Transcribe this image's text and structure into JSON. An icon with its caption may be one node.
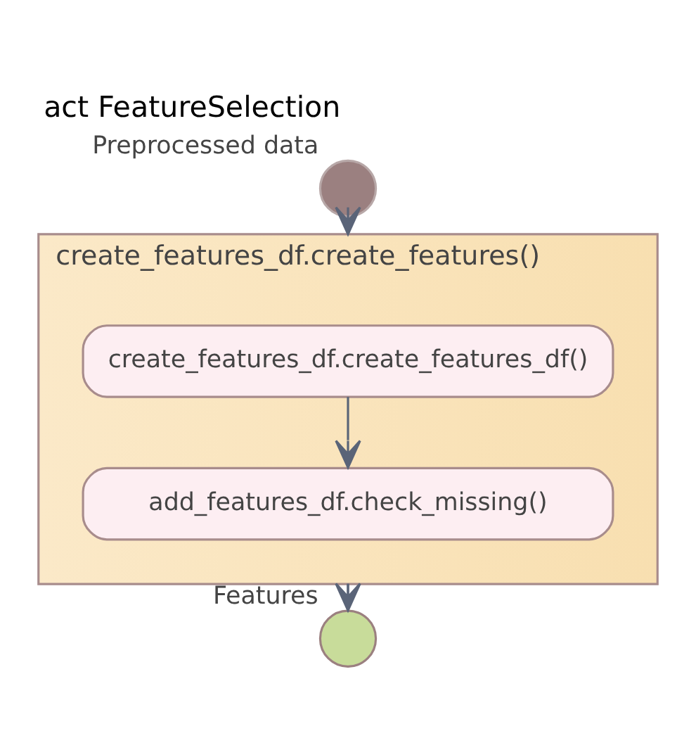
{
  "diagram": {
    "title": "act FeatureSelection",
    "nodes": [
      {
        "text": [],
        "shape": "circle",
        "beside": [
          "Preprocessed data"
        ]
      },
      {
        "text": [
          "create_features_df.create_features()"
        ]
      },
      {
        "text": [
          "create_features_df.create_features_df()"
        ],
        "in": 1
      },
      {
        "text": [
          "add_features_df.check_missing()"
        ],
        "in": 1
      },
      {
        "text": [],
        "shape": "circle",
        "beside": [
          "Features"
        ]
      }
    ],
    "edges": [
      {
        "from": 0,
        "to": 1,
        "arrow": "to"
      },
      {
        "from": 2,
        "to": 3,
        "arrow": "to"
      },
      {
        "from": 1,
        "to": 4,
        "arrow": "to"
      }
    ]
  }
}
